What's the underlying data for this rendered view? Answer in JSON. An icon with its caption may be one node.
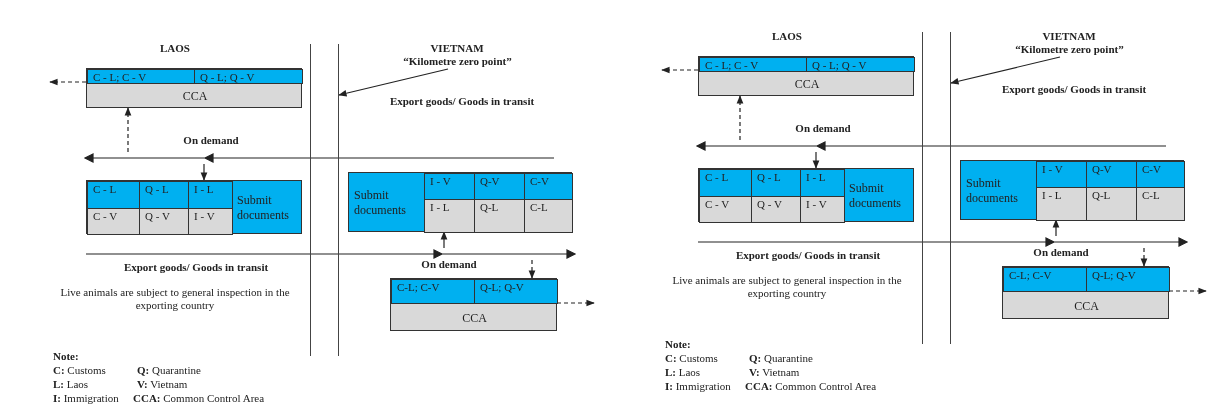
{
  "diagram": {
    "nodes": [
      {
        "text": [
          "CCA"
        ]
      },
      {
        "text": [
          "C - L; C - V"
        ],
        "in": 0
      },
      {
        "text": [
          "Q - L; Q - V"
        ],
        "in": 0
      },
      {
        "text": [
          "“Kilometre zero point”"
        ]
      },
      {
        "text": [],
        "shape": "arrow"
      },
      {
        "text": [
          "Submit documents"
        ]
      },
      {
        "text": [
          "C - L"
        ],
        "in": 5
      },
      {
        "text": [
          "Q - L"
        ],
        "in": 5
      },
      {
        "text": [
          "I - L"
        ],
        "in": 5
      },
      {
        "text": [
          "C - V"
        ],
        "in": 5
      },
      {
        "text": [
          "Q - V"
        ],
        "in": 5
      },
      {
        "text": [
          "I - V"
        ],
        "in": 5
      },
      {
        "text": [
          "Submit documents"
        ]
      },
      {
        "text": [
          "I - V"
        ],
        "in": 12
      },
      {
        "text": [
          "Q-V"
        ],
        "in": 12
      },
      {
        "text": [
          "C-V"
        ],
        "in": 12
      },
      {
        "text": [
          "I - L"
        ],
        "in": 12
      },
      {
        "text": [
          "Q-L"
        ],
        "in": 12
      },
      {
        "text": [
          "C-L"
        ],
        "in": 12
      },
      {
        "text": [],
        "shape": "arrow"
      },
      {
        "text": [
          "CCA"
        ]
      },
      {
        "text": [
          "C-L; C-V"
        ],
        "in": 20
      },
      {
        "text": [
          "Q-L; Q-V"
        ],
        "in": 20
      },
      {
        "text": [],
        "shape": "bar"
      },
      {
        "text": [
          "CCA"
        ]
      },
      {
        "text": [
          "C - L; C - V"
        ],
        "in": 24
      },
      {
        "text": [
          "Q - L; Q - V"
        ],
        "in": 24
      },
      {
        "text": [
          "“Kilometre zero point”"
        ]
      },
      {
        "text": [],
        "shape": "arrow"
      },
      {
        "text": [
          "Submit documents"
        ]
      },
      {
        "text": [
          "C - L"
        ],
        "in": 29
      },
      {
        "text": [
          "Q - L"
        ],
        "in": 29
      },
      {
        "text": [
          "I - L"
        ],
        "in": 29
      },
      {
        "text": [
          "C - V"
        ],
        "in": 29
      },
      {
        "text": [
          "Q - V"
        ],
        "in": 29
      },
      {
        "text": [
          "I - V"
        ],
        "in": 29
      },
      {
        "text": [
          "Submit documents"
        ]
      },
      {
        "text": [
          "I - V"
        ],
        "in": 36
      },
      {
        "text": [
          "Q-V"
        ],
        "in": 36
      },
      {
        "text": [
          "C-V"
        ],
        "in": 36
      },
      {
        "text": [
          "I - L"
        ],
        "in": 36
      },
      {
        "text": [
          "Q-L"
        ],
        "in": 36
      },
      {
        "text": [
          "C-L"
        ],
        "in": 36
      },
      {
        "text": [],
        "shape": "arrow"
      },
      {
        "text": [
          "CCA"
        ]
      },
      {
        "text": [
          "C-L; C-V"
        ],
        "in": 44
      },
      {
        "text": [
          "Q-L; Q-V"
        ],
        "in": 44
      },
      {
        "text": [],
        "shape": "bar"
      }
    ],
    "edges": [
      {
        "from": 4,
        "to": 0,
        "arrow": "to",
        "style": "dashed"
      },
      {
        "from": 4,
        "to": 5,
        "arrow": "to"
      },
      {
        "from": 0,
        "to": null,
        "arrow": "to",
        "style": "dashed"
      },
      {
        "from": 3,
        "to": 23,
        "arrow": "to"
      },
      {
        "from": 19,
        "to": 12,
        "arrow": "to"
      },
      {
        "from": 19,
        "to": 20,
        "arrow": "to",
        "style": "dashed"
      },
      {
        "from": 20,
        "to": null,
        "arrow": "to",
        "style": "dashed"
      },
      {
        "from": 28,
        "to": 24,
        "arrow": "to",
        "style": "dashed"
      },
      {
        "from": 28,
        "to": 29,
        "arrow": "to"
      },
      {
        "from": 24,
        "to": null,
        "arrow": "to",
        "style": "dashed"
      },
      {
        "from": 27,
        "to": 47,
        "arrow": "to"
      },
      {
        "from": 43,
        "to": 36,
        "arrow": "to"
      },
      {
        "from": 43,
        "to": 44,
        "arrow": "to",
        "style": "dashed"
      },
      {
        "from": 44,
        "to": null,
        "arrow": "to",
        "style": "dashed"
      }
    ],
    "labels": [
      "LAOS",
      "VIETNAM",
      "Export goods/ Goods in transit",
      "On demand",
      "Export goods/ Goods in transit",
      "On demand",
      "Live animals are subject to general inspection in the exporting country",
      "Note:",
      "**C:** Customs",
      "**Q:** Quarantine",
      "**L:** Laos",
      "**V:** Vietnam",
      "**I:** Immigration",
      "**CCA:** Common Control Area",
      "LAOS",
      "VIETNAM",
      "Export goods/ Goods in transit",
      "On demand",
      "Export goods/ Goods in transit",
      "On demand",
      "Live animals are subject to general inspection in the exporting country",
      "Note:",
      "**C:** Customs",
      "**Q:** Quarantine",
      "**L:** Laos",
      "**V:** Vietnam",
      "**I:** Immigration",
      "**CCA:** Common Control Area"
    ]
  }
}
